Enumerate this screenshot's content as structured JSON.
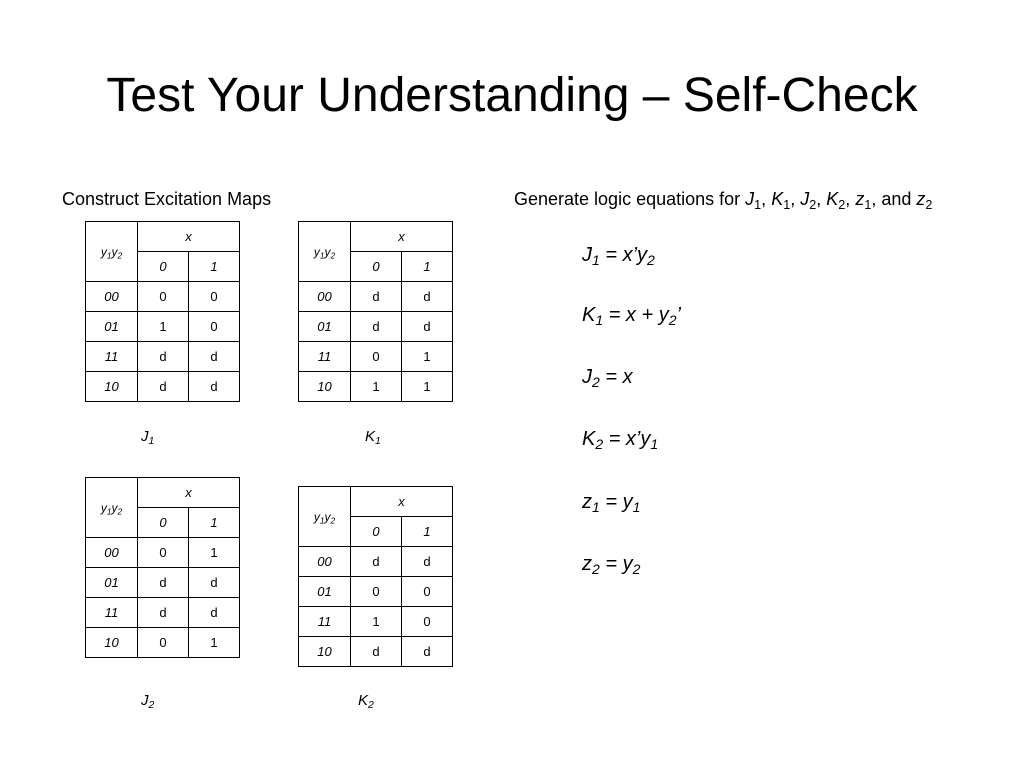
{
  "title": "Test Your Understanding – Self-Check",
  "left_heading": "Construct Excitation Maps",
  "right_heading": {
    "prefix": "Generate logic equations for ",
    "j1_base": "J",
    "j1_sub": "1",
    "k1_base": "K",
    "k1_sub": "1",
    "j2_base": "J",
    "j2_sub": "2",
    "k2_base": "K",
    "k2_sub": "2",
    "z1_base": "z",
    "z1_sub": "1",
    "z2_base": "z",
    "z2_sub": "2",
    "sep": ", ",
    "and_text": ", and "
  },
  "map_header": {
    "y1": "y",
    "y1_sub": "1",
    "y2": "y",
    "y2_sub": "2",
    "x": "x",
    "cols": [
      "0",
      "1"
    ]
  },
  "maps": {
    "j1": {
      "label_base": "J",
      "label_sub": "1",
      "rows": [
        {
          "label": "00",
          "values": [
            "0",
            "0"
          ]
        },
        {
          "label": "01",
          "values": [
            "1",
            "0"
          ]
        },
        {
          "label": "11",
          "values": [
            "d",
            "d"
          ]
        },
        {
          "label": "10",
          "values": [
            "d",
            "d"
          ]
        }
      ]
    },
    "k1": {
      "label_base": "K",
      "label_sub": "1",
      "rows": [
        {
          "label": "00",
          "values": [
            "d",
            "d"
          ]
        },
        {
          "label": "01",
          "values": [
            "d",
            "d"
          ]
        },
        {
          "label": "11",
          "values": [
            "0",
            "1"
          ]
        },
        {
          "label": "10",
          "values": [
            "1",
            "1"
          ]
        }
      ]
    },
    "j2": {
      "label_base": "J",
      "label_sub": "2",
      "rows": [
        {
          "label": "00",
          "values": [
            "0",
            "1"
          ]
        },
        {
          "label": "01",
          "values": [
            "d",
            "d"
          ]
        },
        {
          "label": "11",
          "values": [
            "d",
            "d"
          ]
        },
        {
          "label": "10",
          "values": [
            "0",
            "1"
          ]
        }
      ]
    },
    "k2": {
      "label_base": "K",
      "label_sub": "2",
      "rows": [
        {
          "label": "00",
          "values": [
            "d",
            "d"
          ]
        },
        {
          "label": "01",
          "values": [
            "0",
            "0"
          ]
        },
        {
          "label": "11",
          "values": [
            "1",
            "0"
          ]
        },
        {
          "label": "10",
          "values": [
            "d",
            "d"
          ]
        }
      ]
    }
  },
  "equations": {
    "j1": {
      "lhs": "J",
      "lhs_sub": "1",
      "rhs_a": " = x’y",
      "rhs_sub": "2",
      "rhs_b": ""
    },
    "k1": {
      "lhs": "K",
      "lhs_sub": "1",
      "rhs_a": " = x + y",
      "rhs_sub": "2",
      "rhs_b": "’"
    },
    "j2": {
      "lhs": "J",
      "lhs_sub": "2",
      "rhs_a": " = x",
      "rhs_sub": "",
      "rhs_b": ""
    },
    "k2": {
      "lhs": "K",
      "lhs_sub": "2",
      "rhs_a": " = x’y",
      "rhs_sub": "1",
      "rhs_b": ""
    },
    "z1": {
      "lhs": "z",
      "lhs_sub": "1",
      "rhs_a": " = y",
      "rhs_sub": "1",
      "rhs_b": ""
    },
    "z2": {
      "lhs": "z",
      "lhs_sub": "2",
      "rhs_a": " = y",
      "rhs_sub": "2",
      "rhs_b": ""
    }
  }
}
